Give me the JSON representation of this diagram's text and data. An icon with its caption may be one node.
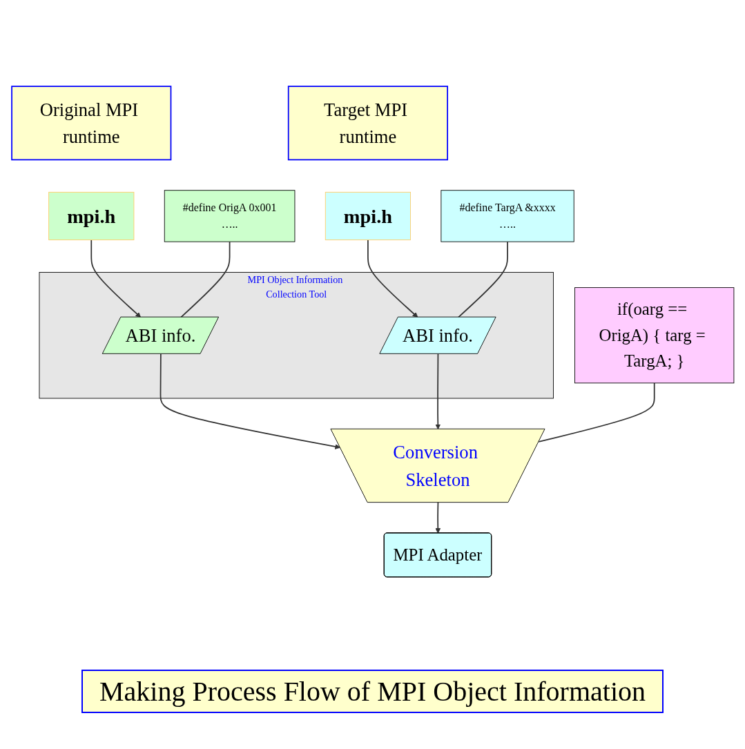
{
  "diagram": {
    "caption": "Making Process Flow of MPI Object Information",
    "nodes": [
      {
        "text": [
          "Original MPI runtime"
        ]
      },
      {
        "text": [
          "Target MPI runtime"
        ]
      },
      {
        "text": [
          "mpi.h"
        ]
      },
      {
        "text": [
          "mpi.h"
        ]
      },
      {
        "text": [
          "MPI Object Information Collection Tool"
        ]
      },
      {
        "text": [
          "ABI info."
        ],
        "in": 4
      },
      {
        "text": [
          "ABI info."
        ],
        "in": 4
      },
      {
        "text": [
          "#define  OrigA 0x001",
          "….."
        ]
      },
      {
        "text": [
          "#define  TargA &xxxx",
          "….."
        ]
      },
      {
        "text": [
          "Conversion Skeleton"
        ]
      },
      {
        "text": [
          "if(oarg == OrigA) { targ = TargA; }"
        ]
      },
      {
        "text": [
          "MPI Adapter"
        ]
      }
    ],
    "edges": [
      {
        "from": 2,
        "to": 5,
        "arrow": "to"
      },
      {
        "from": 3,
        "to": 6,
        "arrow": "to"
      },
      {
        "from": 7,
        "to": 5,
        "arrow": "none"
      },
      {
        "from": 8,
        "to": 6,
        "arrow": "none"
      },
      {
        "from": 5,
        "to": 9,
        "arrow": "to"
      },
      {
        "from": 6,
        "to": 9,
        "arrow": "to"
      },
      {
        "from": 10,
        "to": 9,
        "arrow": "none"
      },
      {
        "from": 9,
        "to": 11,
        "arrow": "to"
      }
    ]
  }
}
